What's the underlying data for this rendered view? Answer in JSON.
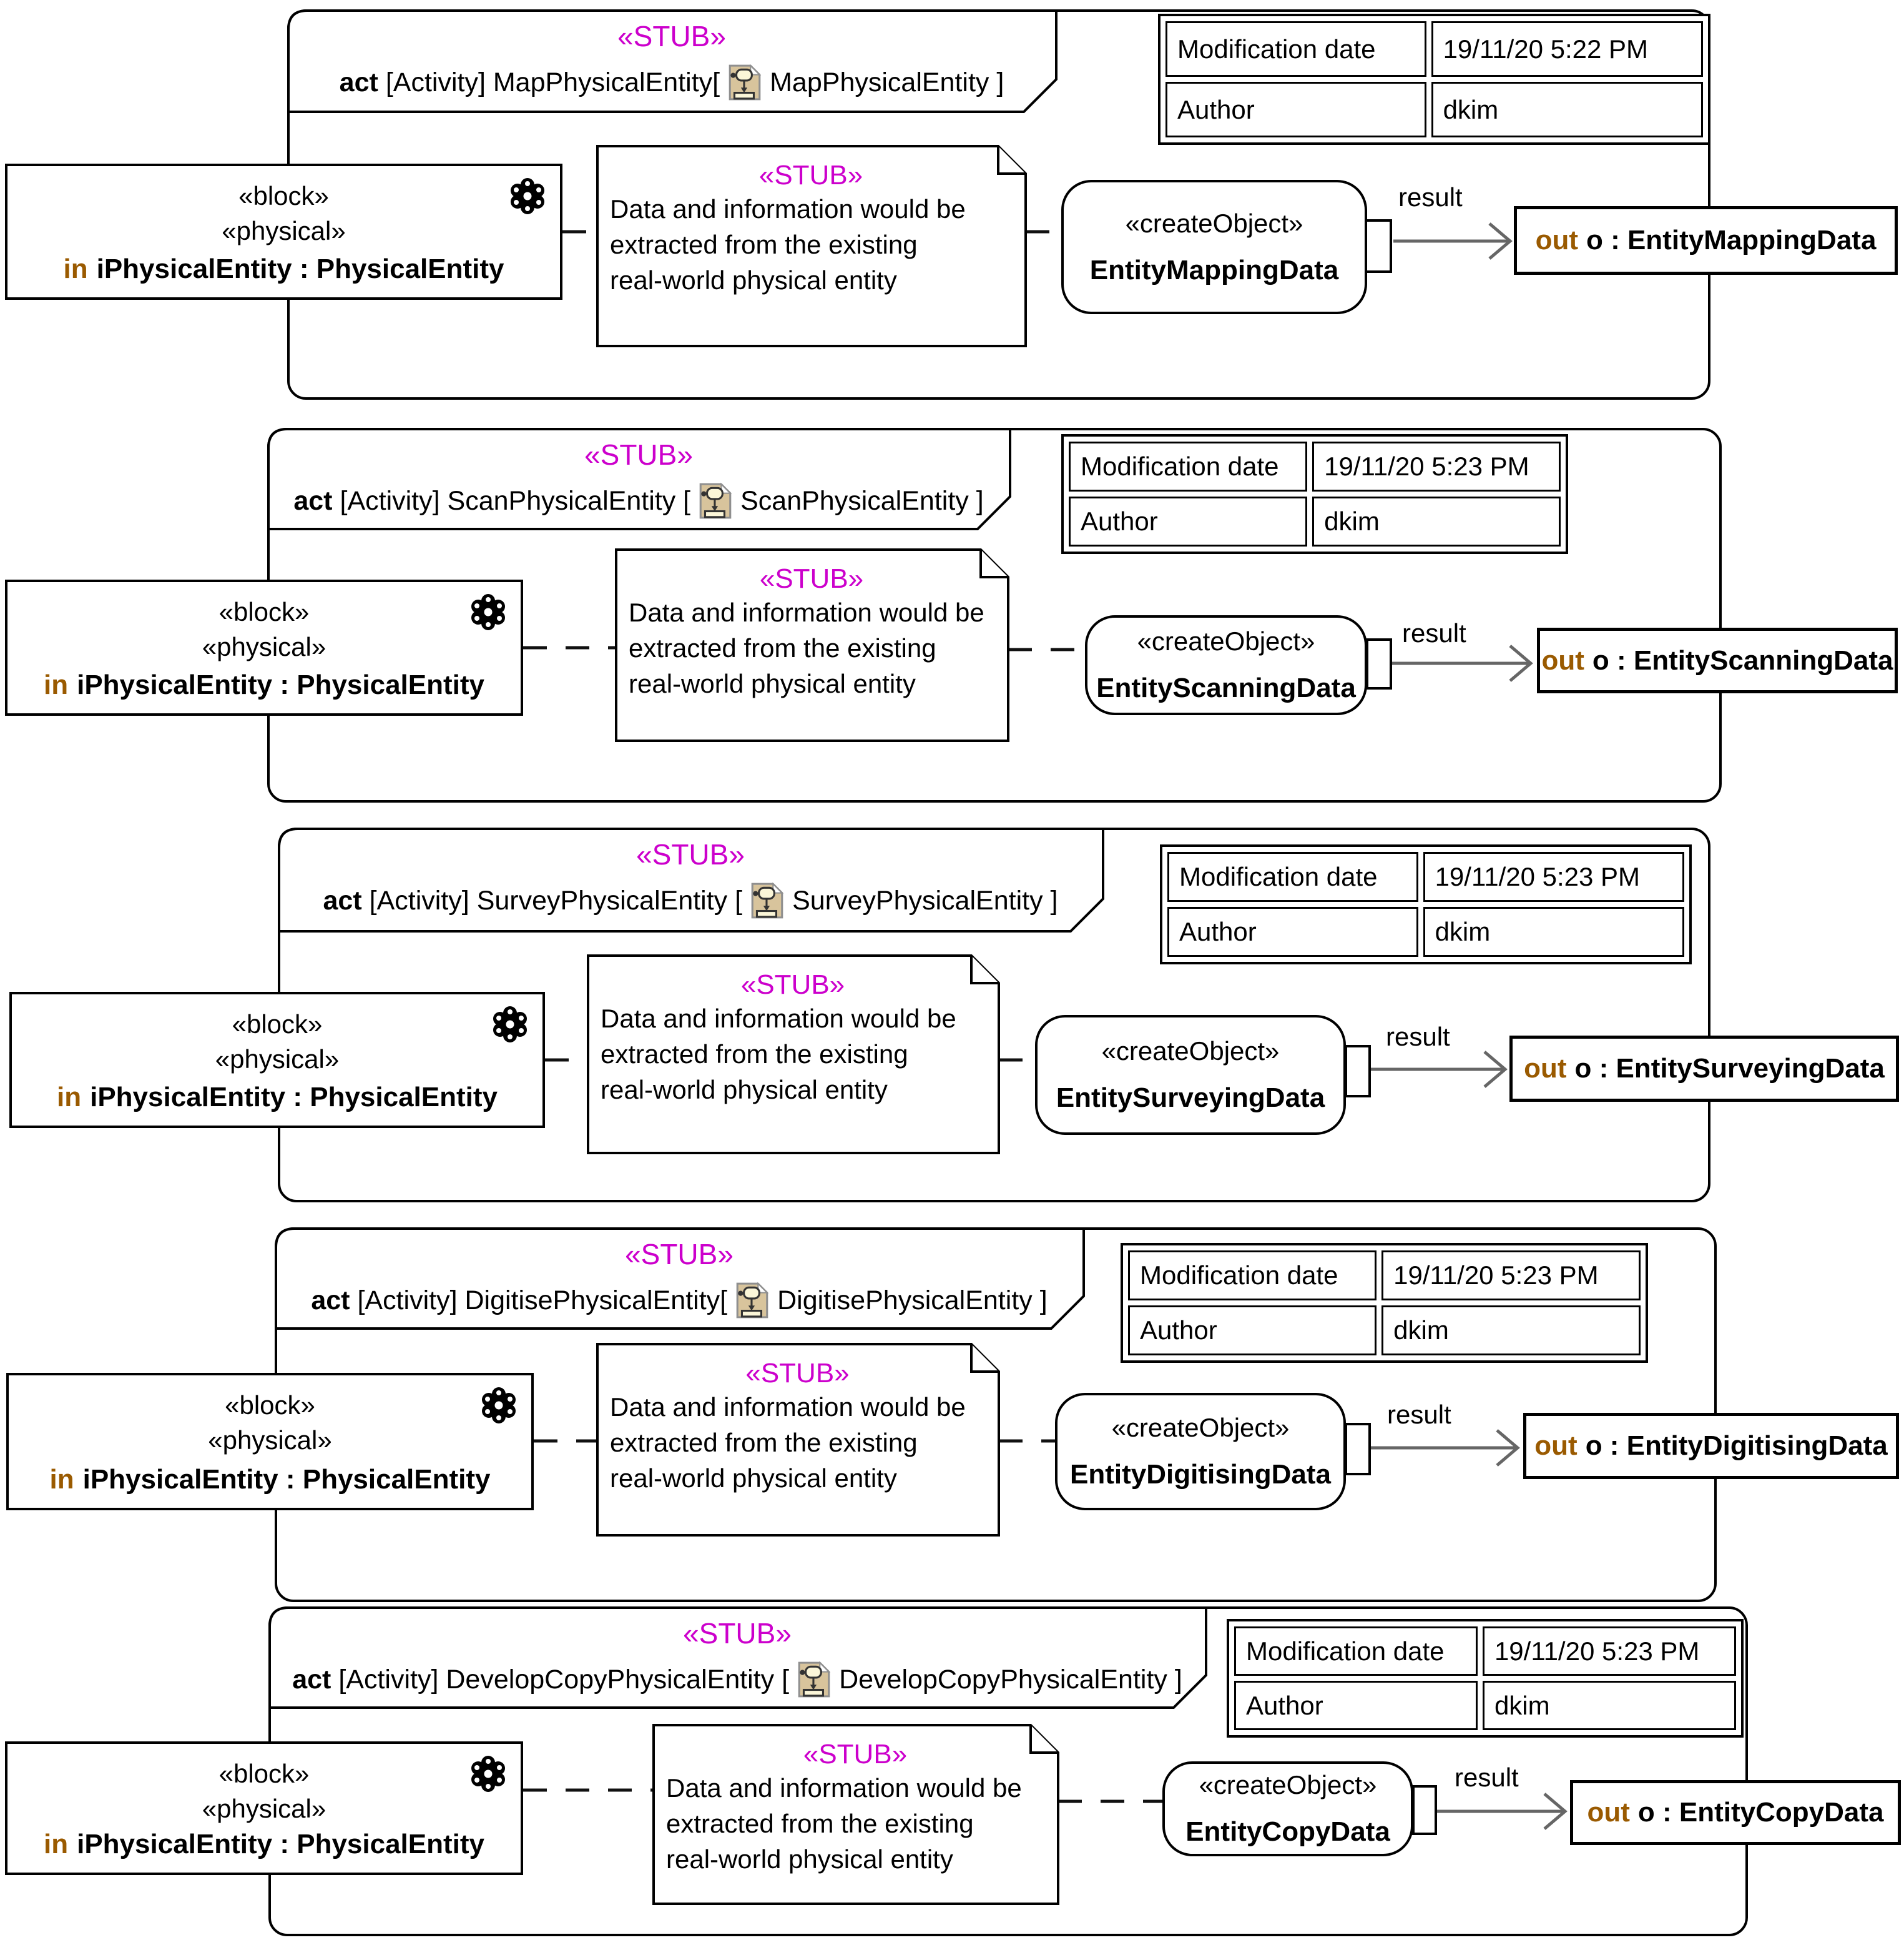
{
  "colors": {
    "stereotype": "#CC00CC",
    "direction_keyword": "#9A5A00",
    "arrow": "#666666"
  },
  "diagrams": [
    {
      "stub": "«STUB»",
      "title_act": "act",
      "title_pre": "[Activity] MapPhysicalEntity[",
      "title_post": "MapPhysicalEntity ]",
      "table": {
        "rows": [
          [
            "Modification date",
            "19/11/20 5:22 PM"
          ],
          [
            "Author",
            "dkim"
          ]
        ]
      },
      "block": {
        "stereotype1": "«block»",
        "stereotype2": "«physical»",
        "direction": "in",
        "name": "iPhysicalEntity : PhysicalEntity"
      },
      "note": {
        "stub": "«STUB»",
        "lines": [
          "Data and information would be",
          "extracted from the existing",
          "real-world physical entity"
        ]
      },
      "action": {
        "stereotype": "«createObject»",
        "name": "EntityMappingData"
      },
      "result_label": "result",
      "out": {
        "direction": "out",
        "name": "o : EntityMappingData"
      }
    },
    {
      "stub": "«STUB»",
      "title_act": "act",
      "title_pre": "[Activity] ScanPhysicalEntity [",
      "title_post": "ScanPhysicalEntity ]",
      "table": {
        "rows": [
          [
            "Modification date",
            "19/11/20 5:23 PM"
          ],
          [
            "Author",
            "dkim"
          ]
        ]
      },
      "block": {
        "stereotype1": "«block»",
        "stereotype2": "«physical»",
        "direction": "in",
        "name": "iPhysicalEntity : PhysicalEntity"
      },
      "note": {
        "stub": "«STUB»",
        "lines": [
          "Data and information would be",
          "extracted from the existing",
          "real-world physical entity"
        ]
      },
      "action": {
        "stereotype": "«createObject»",
        "name": "EntityScanningData"
      },
      "result_label": "result",
      "out": {
        "direction": "out",
        "name": "o : EntityScanningData"
      }
    },
    {
      "stub": "«STUB»",
      "title_act": "act",
      "title_pre": "[Activity] SurveyPhysicalEntity [",
      "title_post": "SurveyPhysicalEntity ]",
      "table": {
        "rows": [
          [
            "Modification date",
            "19/11/20 5:23 PM"
          ],
          [
            "Author",
            "dkim"
          ]
        ]
      },
      "block": {
        "stereotype1": "«block»",
        "stereotype2": "«physical»",
        "direction": "in",
        "name": "iPhysicalEntity : PhysicalEntity"
      },
      "note": {
        "stub": "«STUB»",
        "lines": [
          "Data and information would be",
          "extracted from the existing",
          "real-world physical entity"
        ]
      },
      "action": {
        "stereotype": "«createObject»",
        "name": "EntitySurveyingData"
      },
      "result_label": "result",
      "out": {
        "direction": "out",
        "name": "o : EntitySurveyingData"
      }
    },
    {
      "stub": "«STUB»",
      "title_act": "act",
      "title_pre": "[Activity] DigitisePhysicalEntity[",
      "title_post": "DigitisePhysicalEntity ]",
      "table": {
        "rows": [
          [
            "Modification date",
            "19/11/20 5:23 PM"
          ],
          [
            "Author",
            "dkim"
          ]
        ]
      },
      "block": {
        "stereotype1": "«block»",
        "stereotype2": "«physical»",
        "direction": "in",
        "name": "iPhysicalEntity : PhysicalEntity"
      },
      "note": {
        "stub": "«STUB»",
        "lines": [
          "Data and information would be",
          "extracted from the existing",
          "real-world physical entity"
        ]
      },
      "action": {
        "stereotype": "«createObject»",
        "name": "EntityDigitisingData"
      },
      "result_label": "result",
      "out": {
        "direction": "out",
        "name": "o : EntityDigitisingData"
      }
    },
    {
      "stub": "«STUB»",
      "title_act": "act",
      "title_pre": "[Activity] DevelopCopyPhysicalEntity [",
      "title_post": "DevelopCopyPhysicalEntity ]",
      "table": {
        "rows": [
          [
            "Modification date",
            "19/11/20 5:23 PM"
          ],
          [
            "Author",
            "dkim"
          ]
        ]
      },
      "block": {
        "stereotype1": "«block»",
        "stereotype2": "«physical»",
        "direction": "in",
        "name": "iPhysicalEntity : PhysicalEntity"
      },
      "note": {
        "stub": "«STUB»",
        "lines": [
          "Data and information would be",
          "extracted from the existing",
          "real-world physical entity"
        ]
      },
      "action": {
        "stereotype": "«createObject»",
        "name": "EntityCopyData"
      },
      "result_label": "result",
      "out": {
        "direction": "out",
        "name": "o : EntityCopyData"
      }
    }
  ]
}
